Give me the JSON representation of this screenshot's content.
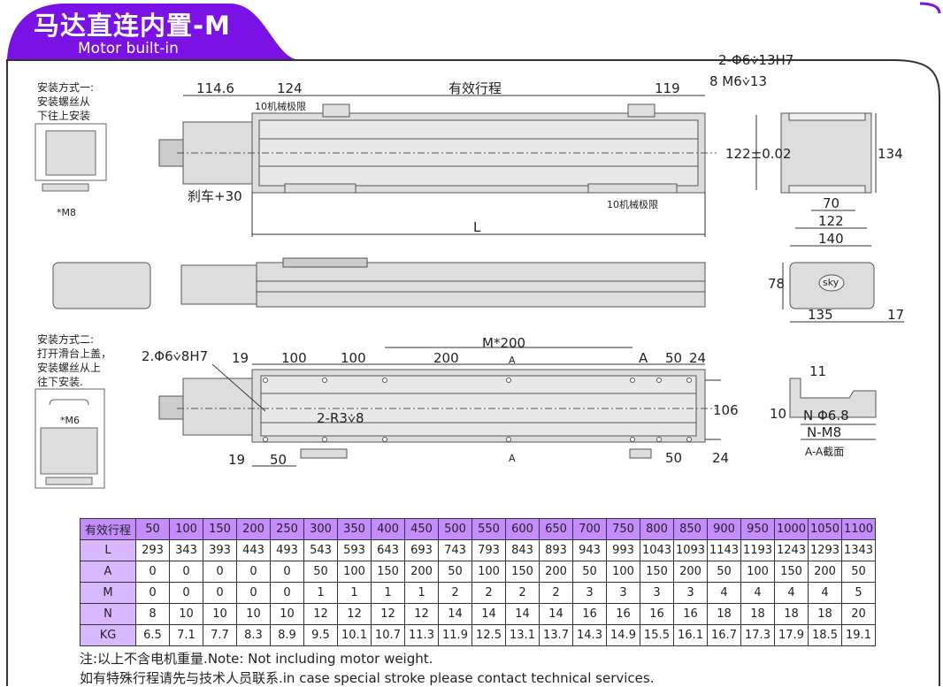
{
  "header": {
    "title": "马达直连内置-M",
    "subtitle": "Motor built-in",
    "accent": "#7a12e6"
  },
  "install1": {
    "lines": [
      "安装方式一:",
      "安装螺丝从",
      "下往上安装"
    ],
    "screw": "*M8"
  },
  "install2": {
    "lines": [
      "安装方式二:",
      "打开滑台上盖，",
      "安装螺丝从上",
      "往下安装."
    ],
    "screw": "*M6"
  },
  "top_view": {
    "d1": "114.6",
    "d2": "124",
    "d3": "有效行程",
    "d4": "119",
    "limit_top": "10机械极限",
    "limit_bottom": "10机械极限",
    "brake": "刹车+30",
    "length": "L"
  },
  "end_view": {
    "hole1": "2-Φ6⩒13H7",
    "hole2": "8 M6⩒13",
    "h1": "122±0.02",
    "h2": "134",
    "w1": "70",
    "w2": "122",
    "w3": "140"
  },
  "side_end": {
    "h": "78",
    "w": "135",
    "off": "17",
    "logo": "sky"
  },
  "bottom_view": {
    "hole": "2.Φ6⩒8H7",
    "t19": "19",
    "t100a": "100",
    "t100b": "100",
    "t200": "200",
    "m200": "M*200",
    "a_top": "A",
    "a_mark": "A",
    "t50": "50",
    "t24": "24",
    "h106": "106",
    "r3": "2-R3⩒8",
    "b19": "19",
    "b50": "50",
    "a_bottom": "A",
    "b50r": "50",
    "b24": "24"
  },
  "section": {
    "w11": "11",
    "h10": "10",
    "n1": "N Φ6.8",
    "n2": "N-M8",
    "title": "A-A截面"
  },
  "table": {
    "header": [
      "有效行程",
      "50",
      "100",
      "150",
      "200",
      "250",
      "300",
      "350",
      "400",
      "450",
      "500",
      "550",
      "600",
      "650",
      "700",
      "750",
      "800",
      "850",
      "900",
      "950",
      "1000",
      "1050",
      "1100"
    ],
    "rows": [
      [
        "L",
        "293",
        "343",
        "393",
        "443",
        "493",
        "543",
        "593",
        "643",
        "693",
        "743",
        "793",
        "843",
        "893",
        "943",
        "993",
        "1043",
        "1093",
        "1143",
        "1193",
        "1243",
        "1293",
        "1343"
      ],
      [
        "A",
        "0",
        "0",
        "0",
        "0",
        "0",
        "50",
        "100",
        "150",
        "200",
        "50",
        "100",
        "150",
        "200",
        "50",
        "100",
        "150",
        "200",
        "50",
        "100",
        "150",
        "200",
        "50"
      ],
      [
        "M",
        "0",
        "0",
        "0",
        "0",
        "0",
        "1",
        "1",
        "1",
        "1",
        "2",
        "2",
        "2",
        "2",
        "3",
        "3",
        "3",
        "3",
        "4",
        "4",
        "4",
        "4",
        "5"
      ],
      [
        "N",
        "8",
        "10",
        "10",
        "10",
        "10",
        "12",
        "12",
        "12",
        "12",
        "14",
        "14",
        "14",
        "14",
        "16",
        "16",
        "16",
        "16",
        "18",
        "18",
        "18",
        "18",
        "20"
      ],
      [
        "KG",
        "6.5",
        "7.1",
        "7.7",
        "8.3",
        "8.9",
        "9.5",
        "10.1",
        "10.7",
        "11.3",
        "11.9",
        "12.5",
        "13.1",
        "13.7",
        "14.3",
        "14.9",
        "15.5",
        "16.1",
        "16.7",
        "17.3",
        "17.9",
        "18.5",
        "19.1"
      ]
    ]
  },
  "notes": [
    "注:以上不含电机重量.Note: Not including motor weight.",
    "如有特殊行程请先与技术人员联系.in case special stroke please contact technical services."
  ]
}
